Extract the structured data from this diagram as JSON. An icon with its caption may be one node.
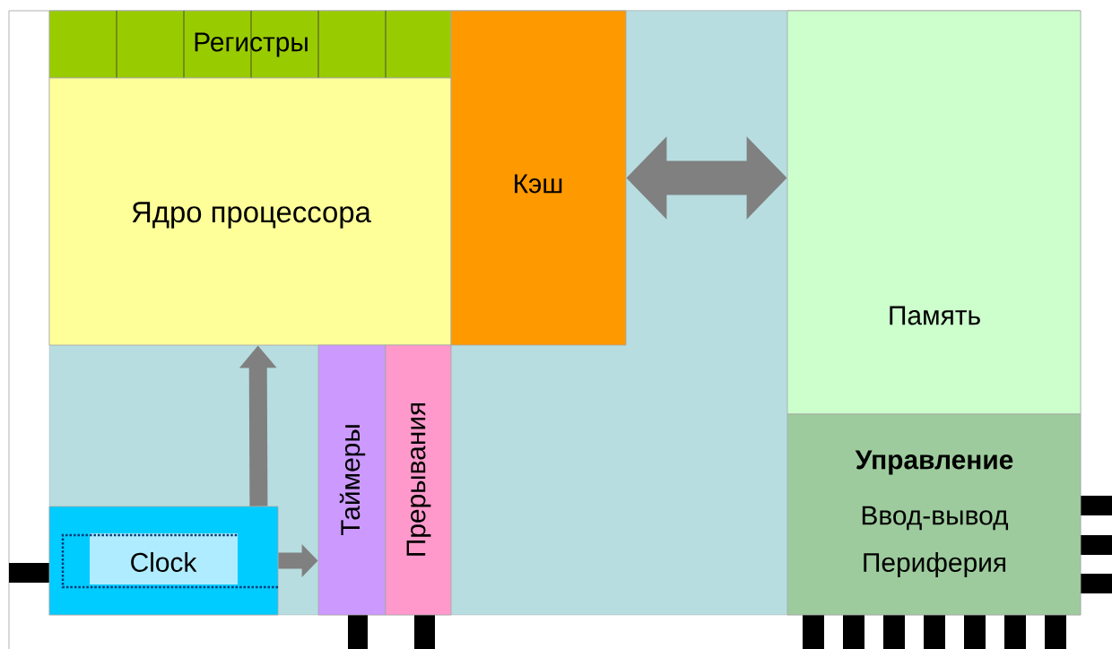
{
  "diagram": {
    "nodes": [
      {
        "text": [
          "Регистры"
        ]
      },
      {
        "text": [
          "Ядро процессора"
        ]
      },
      {
        "text": [
          "Кэш"
        ]
      },
      {
        "text": [
          "Память"
        ]
      },
      {
        "text": [
          "Управление",
          "Ввод-вывод",
          "Периферия"
        ]
      },
      {
        "text": [
          "Clock"
        ]
      },
      {
        "text": [
          "Таймеры"
        ]
      },
      {
        "text": [
          "Прерывания"
        ]
      }
    ],
    "edges": [
      {
        "from": 2,
        "to": 3,
        "arrow": "both",
        "style": "thick"
      },
      {
        "from": 5,
        "to": 1,
        "arrow": "to"
      },
      {
        "from": 5,
        "to": 6,
        "arrow": "to"
      }
    ]
  }
}
